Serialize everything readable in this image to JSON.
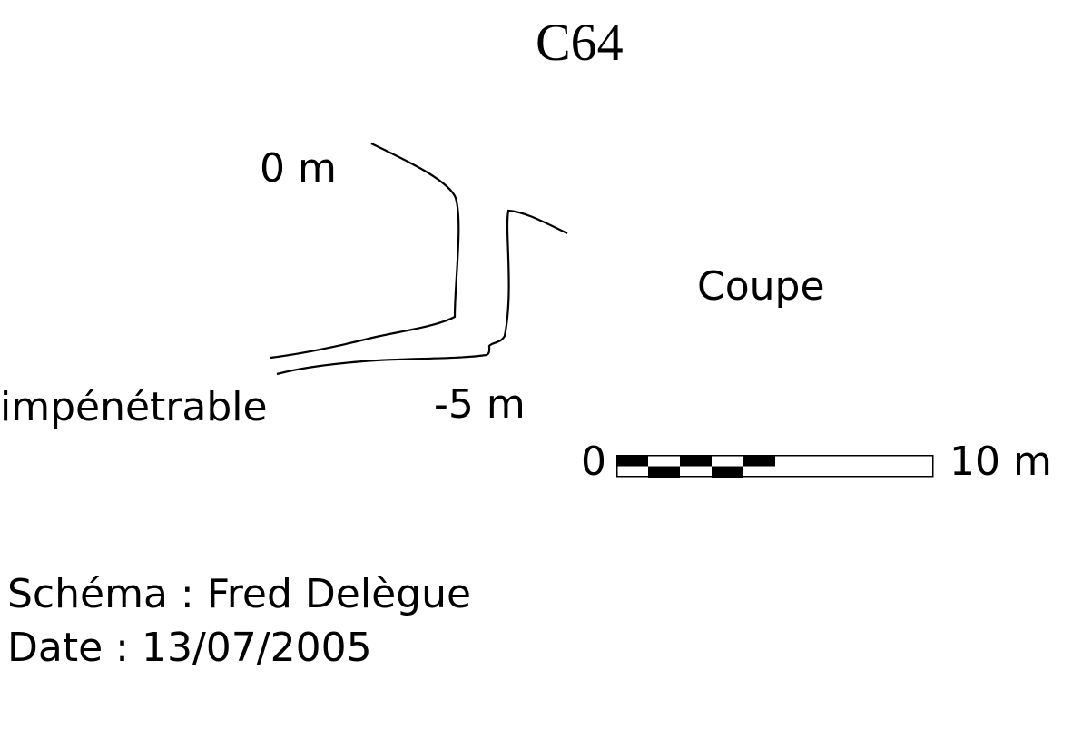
{
  "title": "C64",
  "depth_labels": {
    "top": "0 m",
    "bottom": "-5 m"
  },
  "annotation": "impénétrable",
  "view_label": "Coupe",
  "scale": {
    "start_label": "0",
    "end_label": "10 m"
  },
  "credits": {
    "author": "Schéma : Fred Delègue",
    "date": "Date : 13/07/2005"
  },
  "colors": {
    "line": "#000000",
    "background": "#ffffff"
  }
}
